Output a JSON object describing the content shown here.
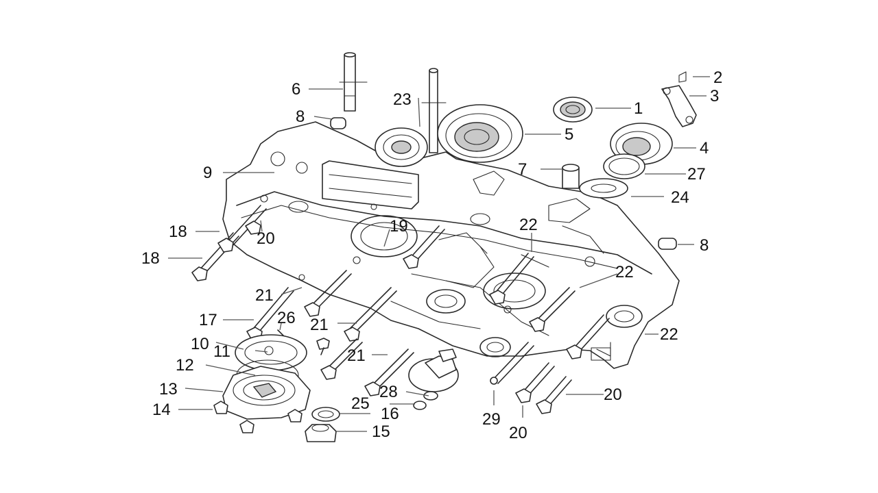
{
  "diagram": {
    "labels": [
      "1",
      "2",
      "3",
      "4",
      "5",
      "6",
      "7",
      "8",
      "8",
      "9",
      "10",
      "11",
      "12",
      "13",
      "14",
      "15",
      "16",
      "17",
      "18",
      "18",
      "19",
      "20",
      "20",
      "20",
      "21",
      "21",
      "21",
      "21",
      "22",
      "22",
      "22",
      "22",
      "23",
      "24",
      "25",
      "26",
      "27",
      "28",
      "29"
    ]
  }
}
